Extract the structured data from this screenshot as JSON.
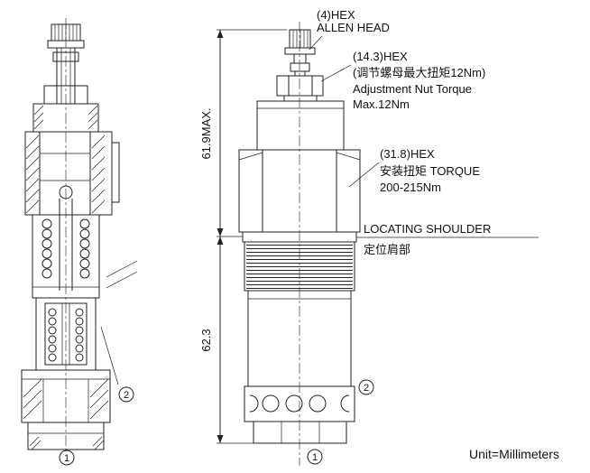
{
  "figure": {
    "unit_label": "Unit=Millimeters"
  },
  "annotations": {
    "allen_head": {
      "line1": "(4)HEX",
      "line2": "ALLEN HEAD"
    },
    "adjustment_nut": {
      "line1": "(14.3)HEX",
      "line2": "(调节螺母最大扭矩12Nm)",
      "line3": "Adjustment Nut Torque",
      "line4": "Max.12Nm"
    },
    "body_hex": {
      "line1": "(31.8)HEX",
      "line2": "安装扭矩 TORQUE",
      "line3": "200-215Nm"
    },
    "locating_shoulder": {
      "line1": "LOCATING SHOULDER",
      "line2": "定位肩部"
    }
  },
  "dimensions": {
    "overall_top": "61.9MAX.",
    "overall_bottom": "62.3"
  },
  "markers": {
    "port_1": "1",
    "port_2": "2"
  }
}
